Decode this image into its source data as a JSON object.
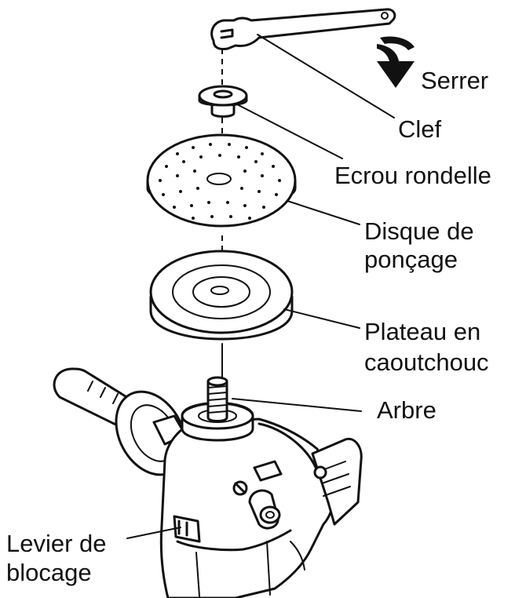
{
  "labels": {
    "serrer": "Serrer",
    "clef": "Clef",
    "ecrou": "Ecrou rondelle",
    "disque_l1": "Disque de",
    "disque_l2": "ponçage",
    "plateau_l1": "Plateau en",
    "plateau_l2": "caoutchouc",
    "arbre": "Arbre",
    "levier_l1": "Levier de",
    "levier_l2": "blocage"
  },
  "icons": {
    "rotation_arrow": "curved-arrow-down",
    "tool": "angle-grinder"
  }
}
